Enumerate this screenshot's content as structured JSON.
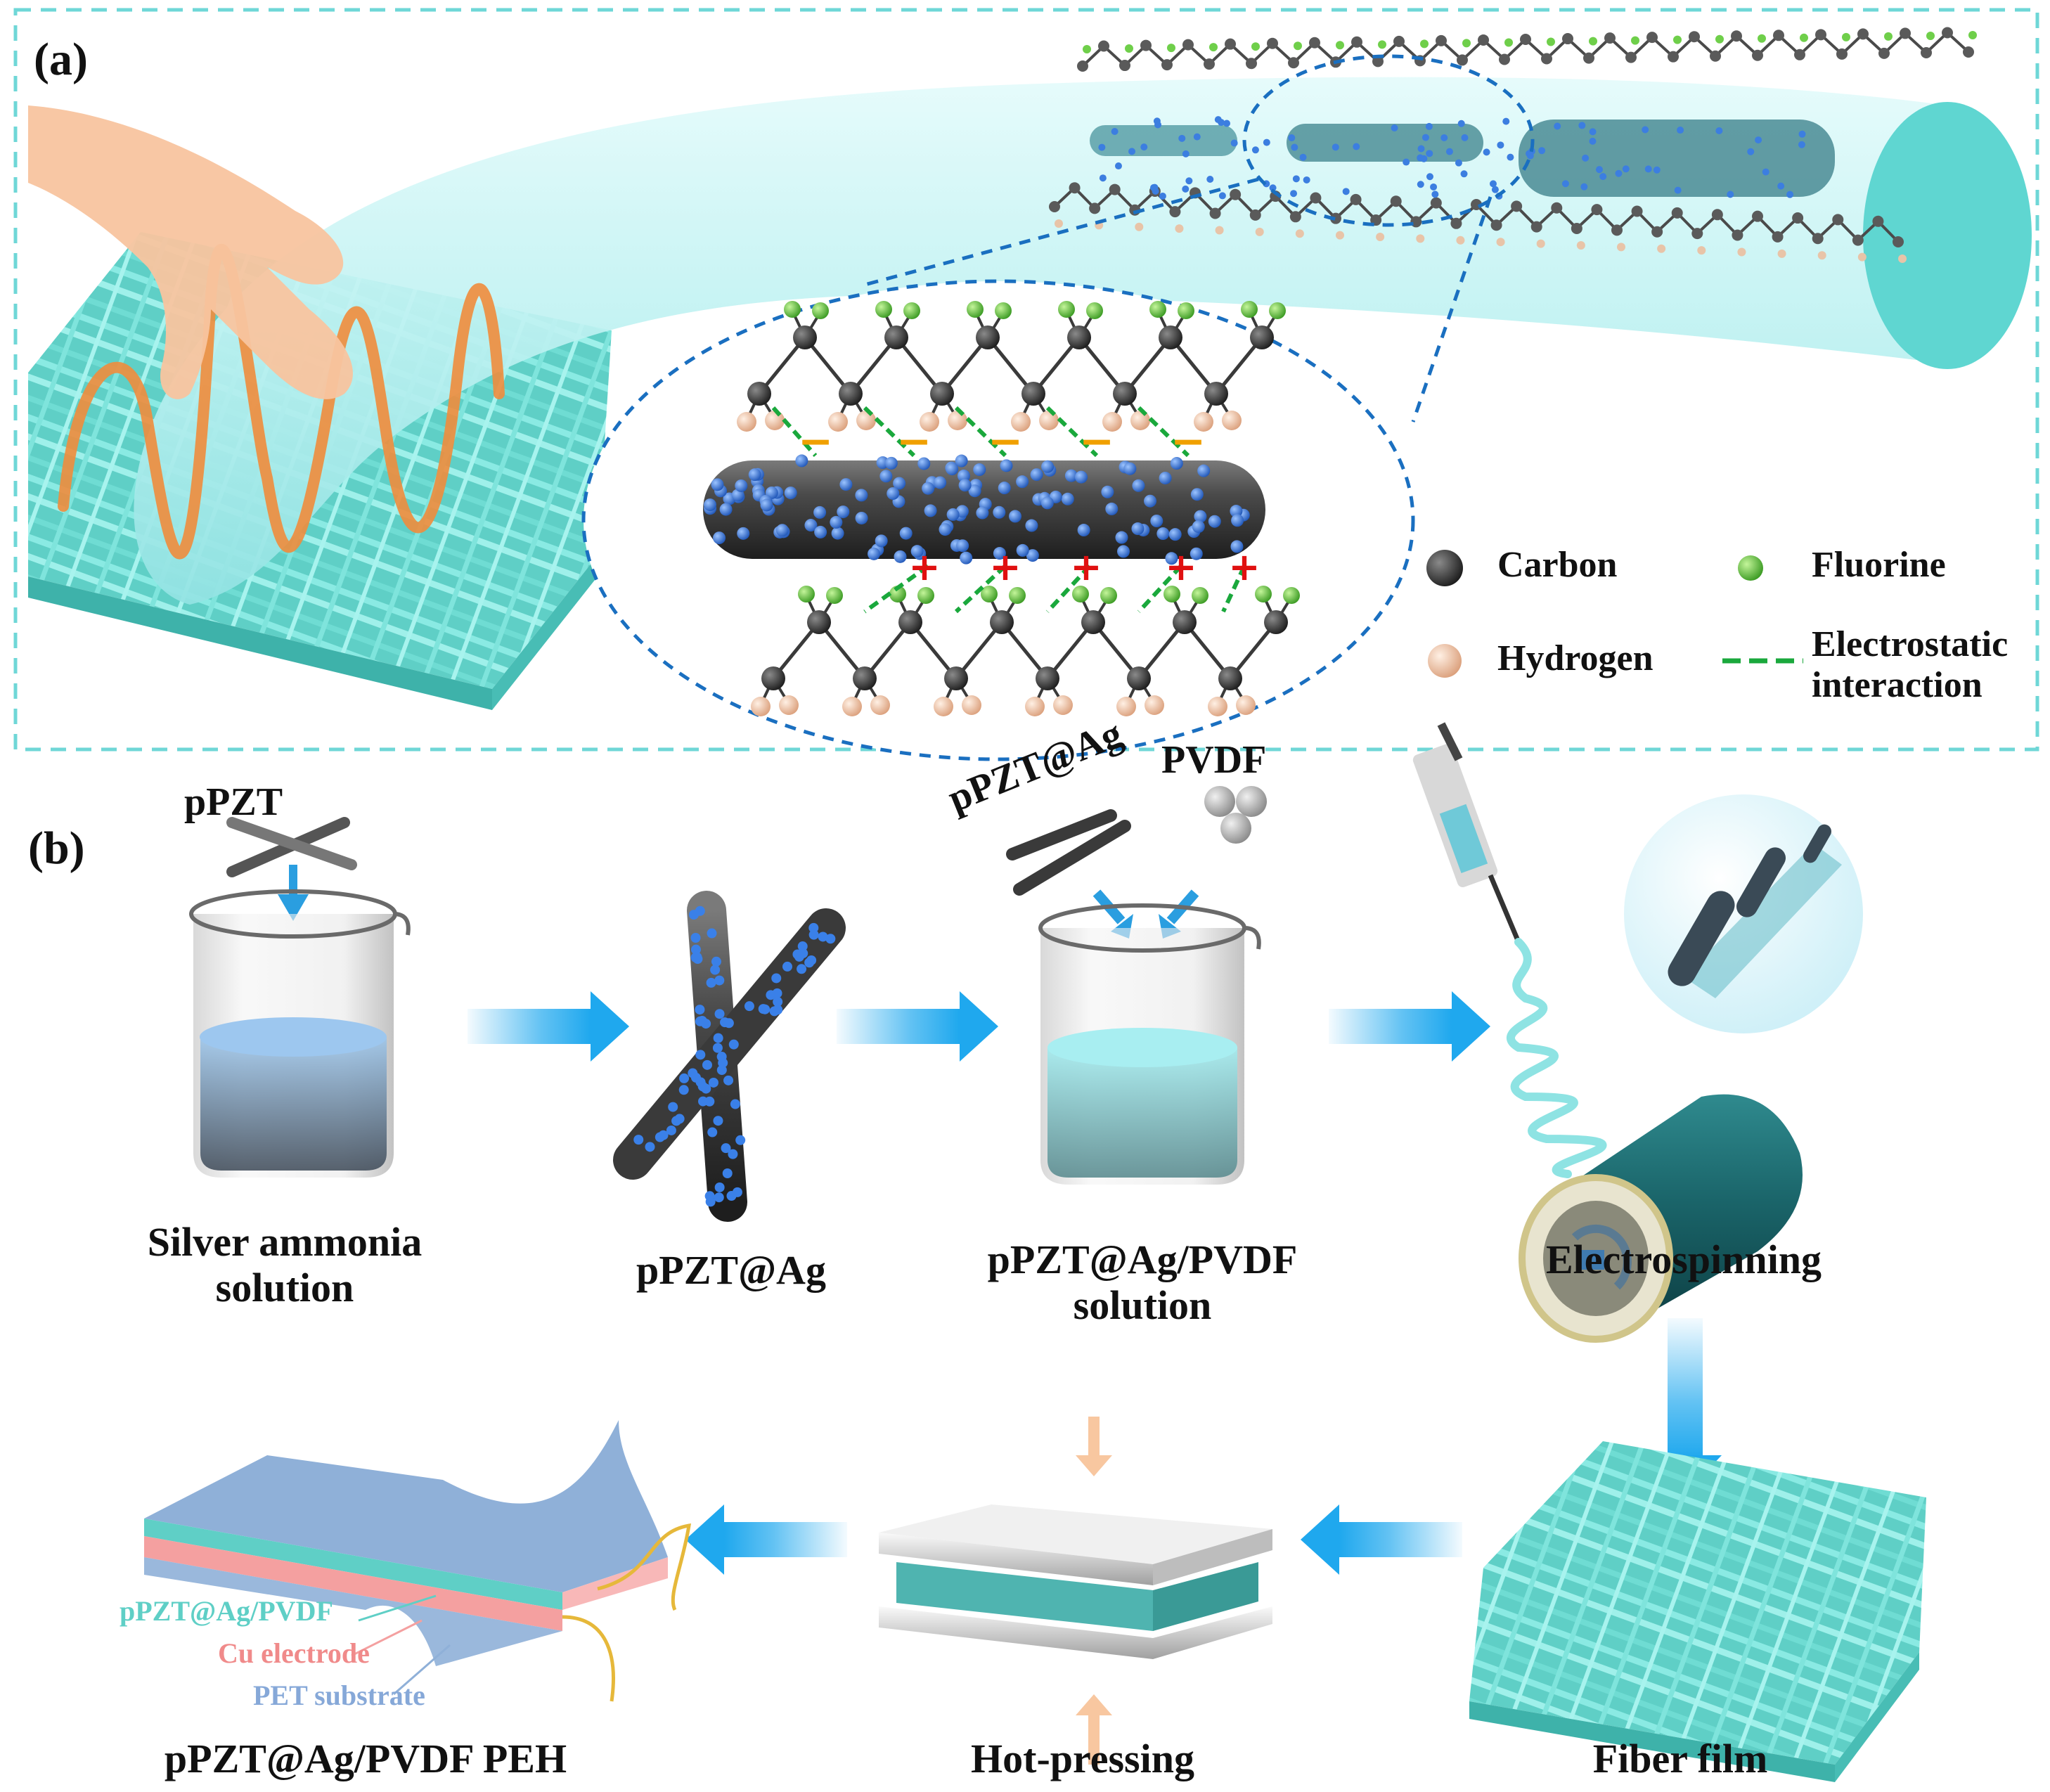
{
  "panel_a": {
    "tag": "(a)",
    "legend": {
      "carbon": "Carbon",
      "fluorine": "Fluorine",
      "hydrogen": "Hydrogen",
      "electrostatic_1": "Electrostatic",
      "electrostatic_2": "interaction"
    },
    "charges": {
      "negative": "−",
      "positive": "+"
    }
  },
  "panel_b": {
    "tag": "(b)",
    "reagents": {
      "ppzt": "pPZT",
      "ppzt_ag": "pPZT@Ag",
      "pvdf": "PVDF"
    },
    "steps": {
      "silver_1": "Silver ammonia",
      "silver_2": "solution",
      "ppzt_ag": "pPZT@Ag",
      "solution_1": "pPZT@Ag/PVDF",
      "solution_2": "solution",
      "electrospinning": "Electrospinning",
      "fiber_film": "Fiber film",
      "hot_pressing": "Hot-pressing",
      "peh": "pPZT@Ag/PVDF PEH"
    },
    "layers": {
      "active": "pPZT@Ag/PVDF",
      "electrode": "Cu electrode",
      "substrate": "PET substrate"
    }
  },
  "colors": {
    "frame": "#6fd7d7",
    "fiber": "#74dcd4",
    "tube": "#bff2f2",
    "carbon": "#3a3a3a",
    "fluorine": "#5fc63c",
    "hydrogen": "#f0c6a8",
    "silver": "#2f6fd6",
    "flow_arrow": "#1fa8ee",
    "press_arrow": "#f8c7a0",
    "cu": "#f4a0a0",
    "pet": "#8fb0d8",
    "dashed_zoom": "#1a6fc0",
    "electrostatic": "#1aa83c",
    "positive": "#e01010",
    "negative": "#f0a000"
  }
}
